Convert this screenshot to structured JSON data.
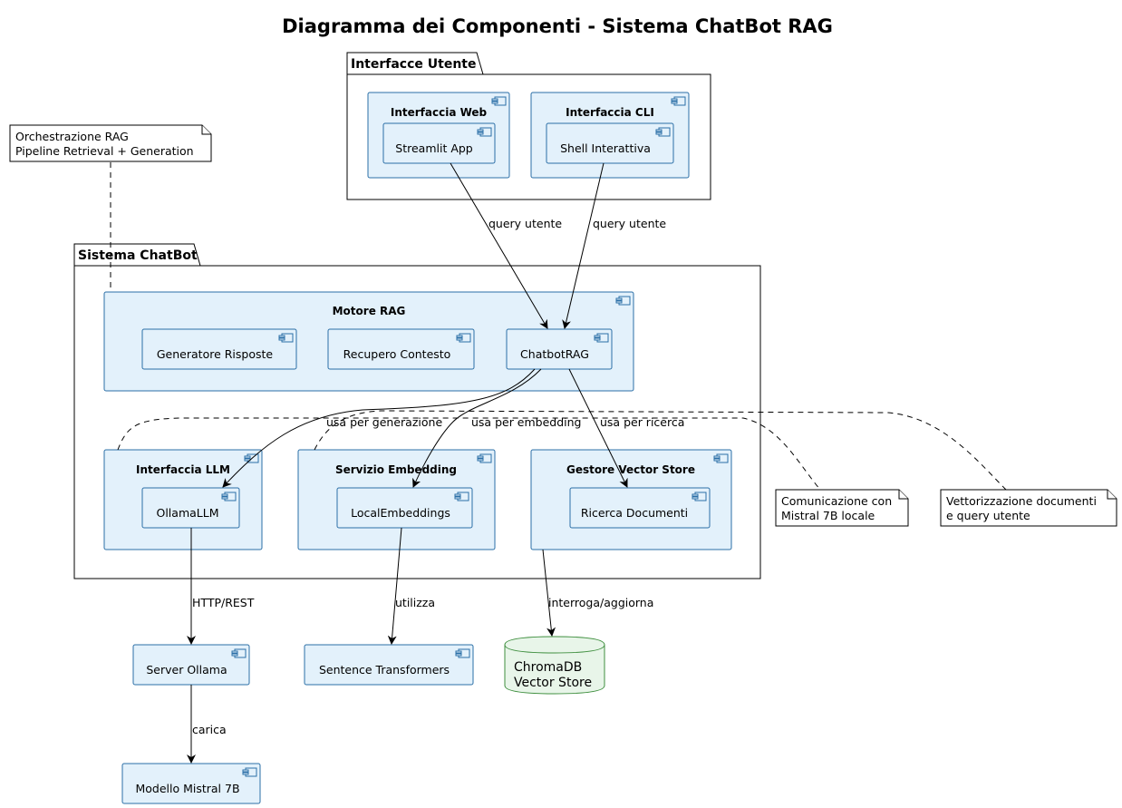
{
  "title": "Diagramma dei Componenti - Sistema ChatBot RAG",
  "packages": {
    "ui": "Interfacce Utente",
    "chatbot": "Sistema ChatBot"
  },
  "components": {
    "web": {
      "title": "Interfaccia Web",
      "inner": "Streamlit App"
    },
    "cli": {
      "title": "Interfaccia CLI",
      "inner": "Shell Interattiva"
    },
    "rag": {
      "title": "Motore RAG",
      "generator": "Generatore Risposte",
      "retrieval": "Recupero Contesto",
      "chatbot": "ChatbotRAG"
    },
    "llm": {
      "title": "Interfaccia LLM",
      "inner": "OllamaLLM"
    },
    "embedding": {
      "title": "Servizio Embedding",
      "inner": "LocalEmbeddings"
    },
    "vectorstore": {
      "title": "Gestore Vector Store",
      "inner": "Ricerca Documenti"
    },
    "ollama_server": "Server Ollama",
    "sentence_transformers": "Sentence Transformers",
    "mistral_model": "Modello Mistral 7B",
    "chromadb": {
      "line1": "ChromaDB",
      "line2": "Vector Store"
    }
  },
  "notes": {
    "orchestration": {
      "line1": "Orchestrazione RAG",
      "line2": "Pipeline Retrieval + Generation"
    },
    "llm": {
      "line1": "Comunicazione con",
      "line2": "Mistral 7B locale"
    },
    "embedding": {
      "line1": "Vettorizzazione documenti",
      "line2": "e query utente"
    }
  },
  "edges": {
    "web_query": "query utente",
    "cli_query": "query utente",
    "generation": "usa per generazione",
    "embedding": "usa per embedding",
    "search": "usa per ricerca",
    "http": "HTTP/REST",
    "uses": "utilizza",
    "query_update": "interroga/aggiorna",
    "loads": "carica"
  },
  "colors": {
    "component_fill": "#e3f1fb",
    "component_stroke": "#2b6fa7",
    "database_fill": "#e8f5e9",
    "database_stroke": "#3f8f3f"
  }
}
